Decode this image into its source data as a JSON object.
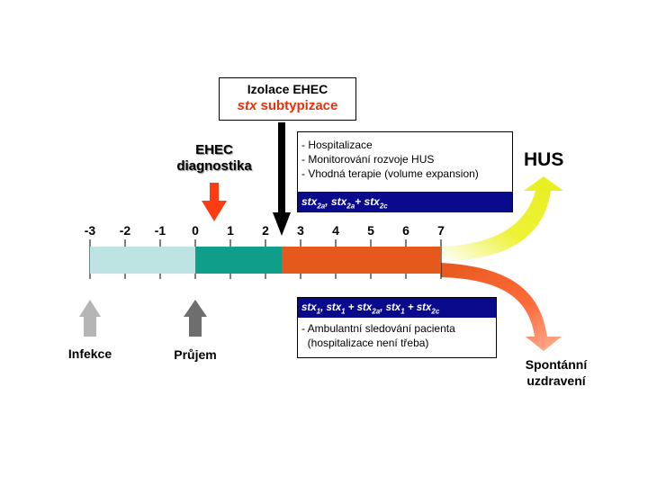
{
  "isolation_box": {
    "line1": "Izolace EHEC",
    "line2": "stx subtypizace"
  },
  "ehec_label": {
    "line1": "EHEC",
    "line2": "diagnostika"
  },
  "hospital_box": {
    "items": [
      "- Hospitalizace",
      "- Monitorování rozvoje HUS",
      "- Vhodná terapie (volume expansion)"
    ]
  },
  "hus_label": "HUS",
  "timeline": {
    "ticks": [
      "-3",
      "-2",
      "-1",
      "0",
      "1",
      "2",
      "3",
      "4",
      "5",
      "6",
      "7"
    ]
  },
  "outpatient_box": {
    "items": [
      "- Ambulantní sledování pacienta",
      "  (hospitalizace není třeba)"
    ]
  },
  "recovery_label": {
    "line1": "Spontánní",
    "line2": "uzdravení"
  },
  "infection_label": "Infekce",
  "diarrhea_label": "Průjem",
  "colors": {
    "phase1": "#bde3e3",
    "phase2": "#0f9e8a",
    "phase3": "#e55a1c",
    "band": "#0a0a8c",
    "hus_arrow": "#eef236",
    "recovery_arrow": "#ff5a2a",
    "red_arrow": "#ff3b12",
    "red_text": "#e8300a"
  }
}
